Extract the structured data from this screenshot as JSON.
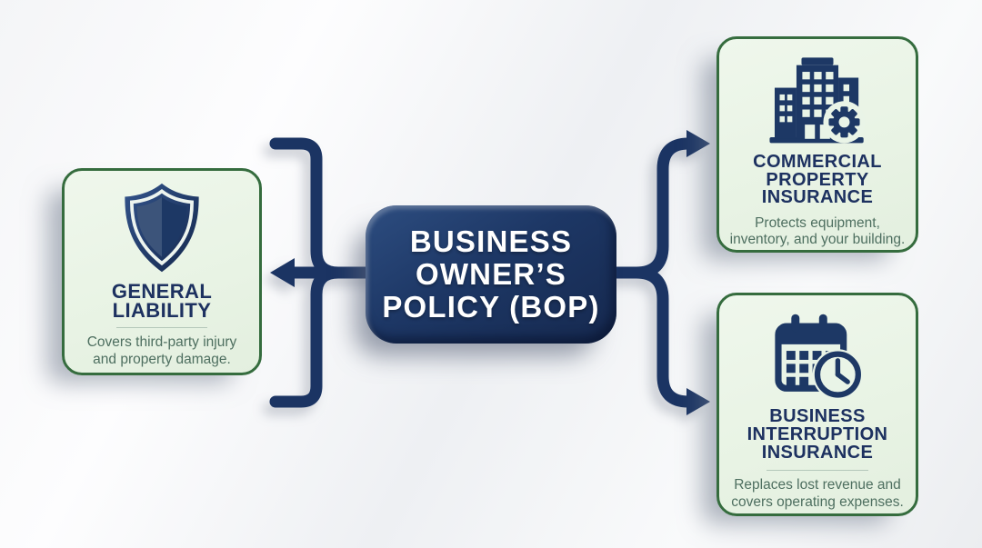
{
  "title": "Business Owner's Policy (BOP) coverage diagram",
  "colors": {
    "navy": "#1b3463",
    "card_background": "#e9f4e7",
    "card_border": "#356c3e",
    "title_text": "#1d3160",
    "description_text": "#4e6f60",
    "center_text": "#ffffff"
  },
  "center_node": {
    "line1": "BUSINESS",
    "line2": "OWNER’S",
    "line3": "POLICY (BOP)"
  },
  "cards": {
    "general_liability": {
      "icon": "shield-icon",
      "title_line1": "GENERAL",
      "title_line2": "LIABILITY",
      "desc_line1": "Covers third-party injury",
      "desc_line2": "and property damage."
    },
    "commercial_property": {
      "icon": "building-gear-icon",
      "title_line1": "COMMERCIAL",
      "title_line2": "PROPERTY",
      "title_line3": "INSURANCE",
      "desc_line1": "Protects equipment,",
      "desc_line2": "inventory, and your building."
    },
    "business_interruption": {
      "icon": "calendar-clock-icon",
      "title_line1": "BUSINESS",
      "title_line2": "INTERRUPTION",
      "title_line3": "INSURANCE",
      "desc_line1": "Replaces lost revenue and",
      "desc_line2": "covers operating expenses."
    }
  }
}
